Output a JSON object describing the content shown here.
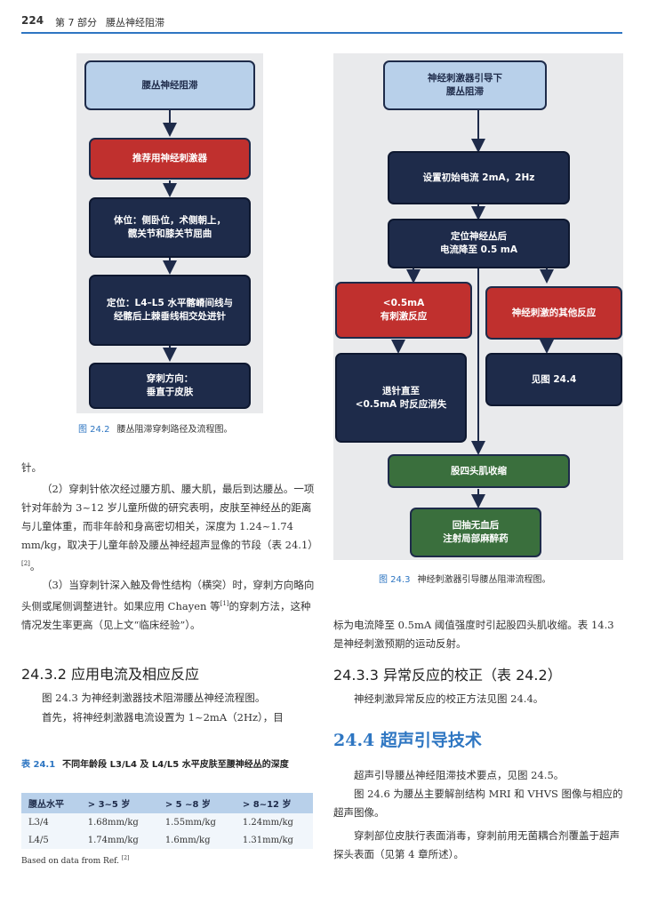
{
  "header": {
    "page_number": "224",
    "part": "第 7 部分",
    "chapter": "腰丛神经阻滞"
  },
  "fig_left": {
    "boxes": [
      "腰丛神经阻滞",
      "推荐用神经刺激器",
      "体位：侧卧位，术侧朝上，\n髋关节和膝关节屈曲",
      "定位：L4–L5 水平髂嵴间线与\n经髂后上棘垂线相交处进针",
      "穿刺方向：\n垂直于皮肤"
    ],
    "caption_num": "图 24.2",
    "caption_text": "腰丛阻滞穿刺路径及流程图。"
  },
  "fig_right": {
    "boxes": [
      "神经刺激器引导下\n腰丛阻滞",
      "设置初始电流 2mA，2Hz",
      "定位神经丛后\n电流降至 0.5 mA",
      "<0.5mA\n有刺激反应",
      "神经刺激的其他反应",
      "退针直至\n<0.5mA 时反应消失",
      "见图 24.4",
      "股四头肌收缩",
      "回抽无血后\n注射局部麻醉药"
    ],
    "caption_num": "图 24.3",
    "caption_text": "神经刺激器引导腰丛阻滞流程图。"
  },
  "left_col": {
    "p0": "针。",
    "p1": "（2）穿刺针依次经过腰方肌、腰大肌，最后到达腰丛。一项针对年龄为 3~12 岁儿童所做的研究表明，皮肤至神经丛的距离与儿童体重，而非年龄和身高密切相关，深度为 1.24~1.74 mm/kg，取决于儿童年龄及腰丛神经超声显像的节段（表 24.1）",
    "p1_ref": "[2]",
    "p1_end": "。",
    "p2": "（3）当穿刺针深入触及骨性结构（横突）时，穿刺方向略向头侧或尾侧调整进针。如果应用 Chayen 等",
    "p2_ref": "[1]",
    "p2_end": "的穿刺方法，这种情况发生率更高（见上文“临床经验”）。",
    "h_2432": "24.3.2 应用电流及相应反应",
    "p3": "图 24.3 为神经刺激器技术阻滞腰丛神经流程图。",
    "p4": "首先，将神经刺激器电流设置为 1~2mA（2Hz），目",
    "table_num": "表 24.1",
    "table_title": "不同年龄段 L3/L4 及 L4/L5 水平皮肤至腰神经丛的深度",
    "table_headers": [
      "腰丛水平",
      "> 3~5 岁",
      "> 5 ~8 岁",
      "> 8~12 岁"
    ],
    "table_rows": [
      [
        "L3/4",
        "1.68mm/kg",
        "1.55mm/kg",
        "1.24mm/kg"
      ],
      [
        "L4/5",
        "1.74mm/kg",
        "1.6mm/kg",
        "1.31mm/kg"
      ]
    ],
    "table_note": "Based on data from Ref.",
    "table_note_ref": "[2]"
  },
  "right_col": {
    "p1": "标为电流降至 0.5mA 阈值强度时引起股四头肌收缩。表 14.3 是神经刺激预期的运动反射。",
    "h_2433": "24.3.3 异常反应的校正（表 24.2）",
    "p2": "神经刺激异常反应的校正方法见图 24.4。",
    "h_244": "24.4 超声引导技术",
    "p3": "超声引导腰丛神经阻滞技术要点，见图 24.5。",
    "p4": "图 24.6 为腰丛主要解剖结构 MRI 和 VHVS 图像与相应的超声图像。",
    "p5": "穿刺部位皮肤行表面消毒，穿刺前用无菌耦合剂覆盖于超声探头表面（见第 4 章所述）。"
  }
}
